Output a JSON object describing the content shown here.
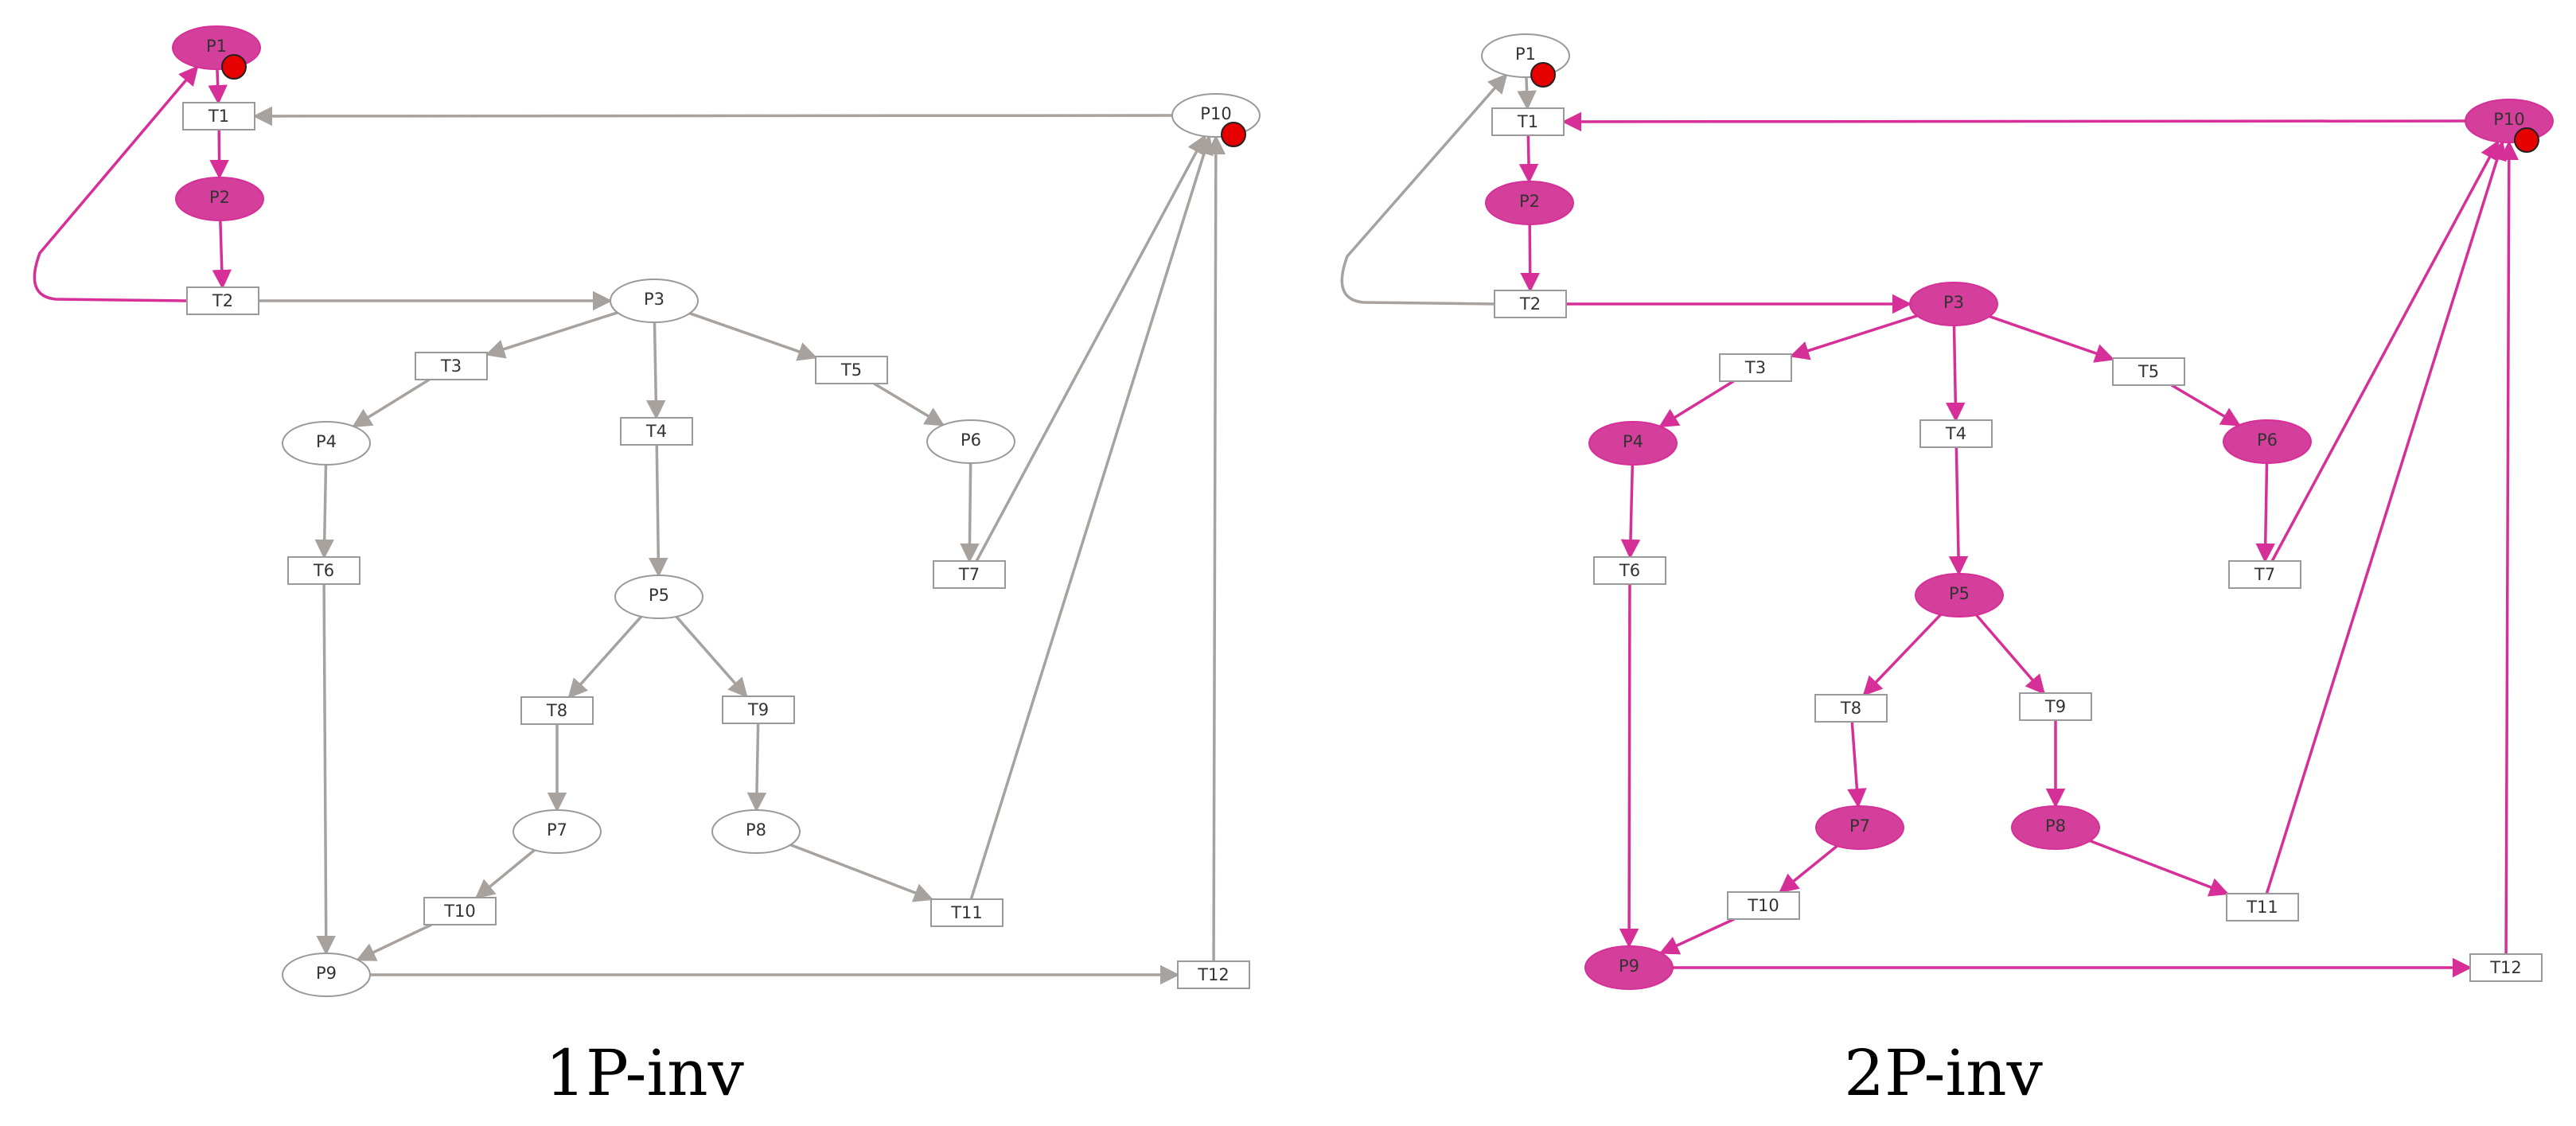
{
  "colors": {
    "highlight": "#d62f97",
    "highlight_fill": "#d33f9a",
    "inactive": "#a7a29e",
    "node_stroke": "#9a9a9a",
    "token": "#e60000",
    "label": "#333333"
  },
  "panels": [
    {
      "caption": "1P-inv",
      "places": [
        {
          "id": "P1",
          "active": true,
          "token": true
        },
        {
          "id": "P2",
          "active": true,
          "token": false
        },
        {
          "id": "P3",
          "active": false,
          "token": false
        },
        {
          "id": "P4",
          "active": false,
          "token": false
        },
        {
          "id": "P5",
          "active": false,
          "token": false
        },
        {
          "id": "P6",
          "active": false,
          "token": false
        },
        {
          "id": "P7",
          "active": false,
          "token": false
        },
        {
          "id": "P8",
          "active": false,
          "token": false
        },
        {
          "id": "P9",
          "active": false,
          "token": false
        },
        {
          "id": "P10",
          "active": false,
          "token": true
        }
      ],
      "transitions": [
        "T1",
        "T2",
        "T3",
        "T4",
        "T5",
        "T6",
        "T7",
        "T8",
        "T9",
        "T10",
        "T11",
        "T12"
      ],
      "arcs": [
        {
          "from": "P1",
          "to": "T1",
          "active": true
        },
        {
          "from": "T1",
          "to": "P2",
          "active": true
        },
        {
          "from": "P2",
          "to": "T2",
          "active": true
        },
        {
          "from": "T2",
          "to": "P1",
          "active": true
        },
        {
          "from": "T2",
          "to": "P3",
          "active": false
        },
        {
          "from": "P3",
          "to": "T3",
          "active": false
        },
        {
          "from": "P3",
          "to": "T4",
          "active": false
        },
        {
          "from": "P3",
          "to": "T5",
          "active": false
        },
        {
          "from": "T3",
          "to": "P4",
          "active": false
        },
        {
          "from": "T4",
          "to": "P5",
          "active": false
        },
        {
          "from": "T5",
          "to": "P6",
          "active": false
        },
        {
          "from": "P4",
          "to": "T6",
          "active": false
        },
        {
          "from": "P6",
          "to": "T7",
          "active": false
        },
        {
          "from": "P5",
          "to": "T8",
          "active": false
        },
        {
          "from": "P5",
          "to": "T9",
          "active": false
        },
        {
          "from": "T8",
          "to": "P7",
          "active": false
        },
        {
          "from": "T9",
          "to": "P8",
          "active": false
        },
        {
          "from": "P7",
          "to": "T10",
          "active": false
        },
        {
          "from": "T10",
          "to": "P9",
          "active": false
        },
        {
          "from": "P8",
          "to": "T11",
          "active": false
        },
        {
          "from": "T6",
          "to": "P9",
          "active": false
        },
        {
          "from": "P9",
          "to": "T12",
          "active": false
        },
        {
          "from": "T7",
          "to": "P10",
          "active": false
        },
        {
          "from": "T11",
          "to": "P10",
          "active": false
        },
        {
          "from": "T12",
          "to": "P10",
          "active": false
        },
        {
          "from": "P10",
          "to": "T1",
          "active": false
        }
      ]
    },
    {
      "caption": "2P-inv",
      "places": [
        {
          "id": "P1",
          "active": false,
          "token": true
        },
        {
          "id": "P2",
          "active": true,
          "token": false
        },
        {
          "id": "P3",
          "active": true,
          "token": false
        },
        {
          "id": "P4",
          "active": true,
          "token": false
        },
        {
          "id": "P5",
          "active": true,
          "token": false
        },
        {
          "id": "P6",
          "active": true,
          "token": false
        },
        {
          "id": "P7",
          "active": true,
          "token": false
        },
        {
          "id": "P8",
          "active": true,
          "token": false
        },
        {
          "id": "P9",
          "active": true,
          "token": false
        },
        {
          "id": "P10",
          "active": true,
          "token": true
        }
      ],
      "transitions": [
        "T1",
        "T2",
        "T3",
        "T4",
        "T5",
        "T6",
        "T7",
        "T8",
        "T9",
        "T10",
        "T11",
        "T12"
      ],
      "arcs": [
        {
          "from": "P1",
          "to": "T1",
          "active": false
        },
        {
          "from": "T1",
          "to": "P2",
          "active": true
        },
        {
          "from": "P2",
          "to": "T2",
          "active": true
        },
        {
          "from": "T2",
          "to": "P1",
          "active": false
        },
        {
          "from": "T2",
          "to": "P3",
          "active": true
        },
        {
          "from": "P3",
          "to": "T3",
          "active": true
        },
        {
          "from": "P3",
          "to": "T4",
          "active": true
        },
        {
          "from": "P3",
          "to": "T5",
          "active": true
        },
        {
          "from": "T3",
          "to": "P4",
          "active": true
        },
        {
          "from": "T4",
          "to": "P5",
          "active": true
        },
        {
          "from": "T5",
          "to": "P6",
          "active": true
        },
        {
          "from": "P4",
          "to": "T6",
          "active": true
        },
        {
          "from": "P6",
          "to": "T7",
          "active": true
        },
        {
          "from": "P5",
          "to": "T8",
          "active": true
        },
        {
          "from": "P5",
          "to": "T9",
          "active": true
        },
        {
          "from": "T8",
          "to": "P7",
          "active": true
        },
        {
          "from": "T9",
          "to": "P8",
          "active": true
        },
        {
          "from": "P7",
          "to": "T10",
          "active": true
        },
        {
          "from": "T10",
          "to": "P9",
          "active": true
        },
        {
          "from": "P8",
          "to": "T11",
          "active": true
        },
        {
          "from": "T6",
          "to": "P9",
          "active": true
        },
        {
          "from": "P9",
          "to": "T12",
          "active": true
        },
        {
          "from": "T7",
          "to": "P10",
          "active": true
        },
        {
          "from": "T11",
          "to": "P10",
          "active": true
        },
        {
          "from": "T12",
          "to": "P10",
          "active": true
        },
        {
          "from": "P10",
          "to": "T1",
          "active": true
        }
      ]
    }
  ]
}
